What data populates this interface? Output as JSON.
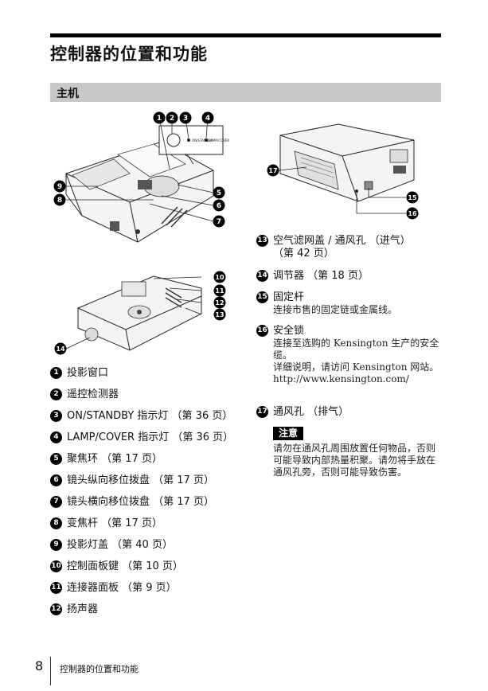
{
  "page": {
    "title": "控制器的位置和功能",
    "section": "主机",
    "page_number": "8",
    "footer_title": "控制器的位置和功能"
  },
  "left_items": [
    {
      "num": "1",
      "text": "投影窗口"
    },
    {
      "num": "2",
      "text": "遥控检测器"
    },
    {
      "num": "3",
      "text": "ON/STANDBY 指示灯 （第 36 页）"
    },
    {
      "num": "4",
      "text": "LAMP/COVER 指示灯 （第 36 页）"
    },
    {
      "num": "5",
      "text": "聚焦环 （第 17 页）"
    },
    {
      "num": "6",
      "text": "镜头纵向移位拨盘 （第 17 页）"
    },
    {
      "num": "7",
      "text": "镜头横向移位拨盘 （第 17 页）"
    },
    {
      "num": "8",
      "text": "变焦杆 （第 17 页）"
    },
    {
      "num": "9",
      "text": "投影灯盖 （第 40 页）"
    },
    {
      "num": "10",
      "text": "控制面板键 （第 10 页）"
    },
    {
      "num": "11",
      "text": "连接器面板 （第 9 页）"
    },
    {
      "num": "12",
      "text": "扬声器"
    }
  ],
  "right_items": [
    {
      "num": "13",
      "head": "空气滤网盖 / 通风孔 （进气）",
      "head2": "（第 42 页）",
      "desc": ""
    },
    {
      "num": "14",
      "head": "调节器 （第 18 页）",
      "desc": ""
    },
    {
      "num": "15",
      "head": "固定杆",
      "desc": "连接市售的固定链或金属线。"
    },
    {
      "num": "16",
      "head": "安全锁",
      "desc": "连接至选购的 Kensington 生产的安全缆。",
      "desc2": "详细说明，请访问 Kensington 网站。",
      "url": "http://www.kensington.com/"
    },
    {
      "num": "17",
      "head": "通风孔 （排气）",
      "desc": ""
    }
  ],
  "note": {
    "label": "注意",
    "text": "请勿在通风孔周围放置任何物品，否则可能导致内部热量积聚。请勿将手放在通风孔旁，否则可能导致伤害。"
  },
  "illustrations": {
    "top_view_labels": [
      "1",
      "2",
      "3",
      "4",
      "9",
      "8",
      "5",
      "6",
      "7"
    ],
    "inset_text": [
      "ON/STANDBY",
      "LAMP/COVER"
    ],
    "bottom_view_labels": [
      "10",
      "11",
      "12",
      "13",
      "14"
    ],
    "rear_view_labels": [
      "17",
      "15",
      "16"
    ]
  }
}
